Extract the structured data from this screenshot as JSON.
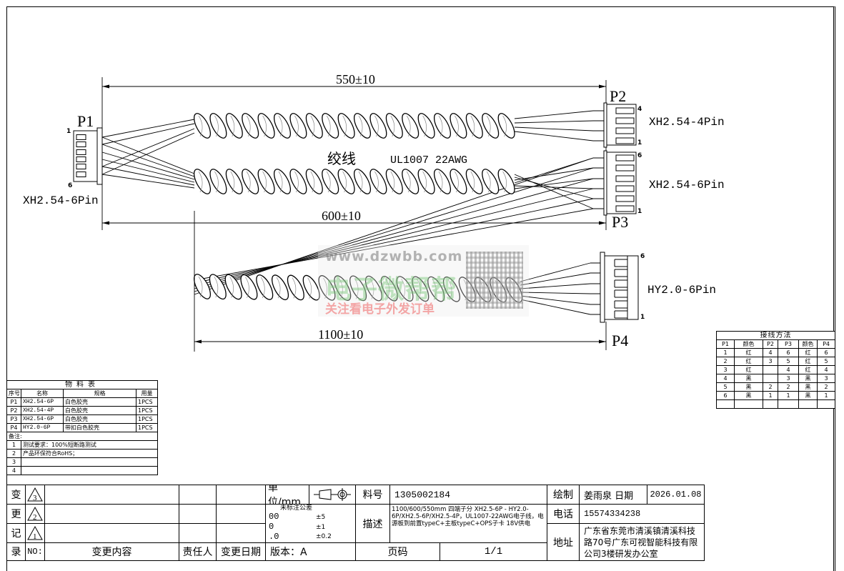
{
  "drawing": {
    "dim_top": "550±10",
    "dim_middle": "600±10",
    "dim_bottom": "1100±10",
    "p1": {
      "label": "P1",
      "type": "XH2.54-6Pin",
      "pin_first": "1",
      "pin_last": "6"
    },
    "p2": {
      "label": "P2",
      "type": "XH2.54-4Pin",
      "pin_first": "4",
      "pin_last": "1"
    },
    "p3": {
      "label": "P3",
      "type": "XH2.54-6Pin",
      "pin_first": "6",
      "pin_last": "1"
    },
    "p4": {
      "label": "P4",
      "type": "HY2.0-6Pin",
      "pin_first": "6",
      "pin_last": "1"
    },
    "twist_label": "绞线",
    "wire_spec": "UL1007 22AWG"
  },
  "watermark": {
    "url": "www.dzwbb.com",
    "brand": "电子微帮帮",
    "slogan": "关注看电子外发订单"
  },
  "bom": {
    "title": "物料表",
    "headers": [
      "序号",
      "名称",
      "规格",
      "用量"
    ],
    "rows": [
      [
        "P1",
        "XH2.54-6P",
        "白色胶壳",
        "1PCS"
      ],
      [
        "P2",
        "XH2.54-4P",
        "白色胶壳",
        "1PCS"
      ],
      [
        "P3",
        "XH2.54-6P",
        "白色胶壳",
        "1PCS"
      ],
      [
        "P4",
        "HY2.0-6P",
        "带扣白色胶壳",
        "1PCS"
      ]
    ],
    "notes_label": "备注:",
    "notes": [
      [
        "1",
        "测试要求：100%短断路测试"
      ],
      [
        "2",
        "产品环保符合RoHS；"
      ],
      [
        "3",
        ""
      ],
      [
        "4",
        ""
      ]
    ]
  },
  "wiring": {
    "title": "接线方法",
    "headers": [
      "P1",
      "颜色",
      "P2",
      "P3",
      "颜色",
      "P4"
    ],
    "rows": [
      [
        "1",
        "红",
        "4",
        "6",
        "红",
        "6"
      ],
      [
        "2",
        "红",
        "3",
        "5",
        "红",
        "5"
      ],
      [
        "3",
        "红",
        "",
        "4",
        "红",
        "4"
      ],
      [
        "4",
        "黑",
        "",
        "3",
        "黑",
        "3"
      ],
      [
        "5",
        "黑",
        "2",
        "2",
        "黑",
        "2"
      ],
      [
        "6",
        "黑",
        "1",
        "1",
        "黑",
        "1"
      ]
    ]
  },
  "title_block": {
    "change_record_chars": [
      "变",
      "更",
      "记",
      "录"
    ],
    "rev_marks": [
      "3",
      "2",
      "1"
    ],
    "no_label": "NO:",
    "change_content": "变更内容",
    "responsible": "责任人",
    "change_date": "变更日期",
    "unit": "单位/mm",
    "tolerance_title": "未标注公差",
    "tolerances": [
      [
        "00",
        "±5"
      ],
      [
        "0",
        "±1"
      ],
      [
        ".0",
        "±0.2"
      ]
    ],
    "version": "版本：A",
    "part_no_label": "料号",
    "part_no": "1305002184",
    "desc_label": "描述",
    "description": "1100/600/550mm 四端子分 XH2.5-6P - HY2.0-6P/XH2.5-6P/XH2.5-4P，UL1007-22AWG电子线，电源板到前置typeC+主板typeC+OPS子卡 18V供电",
    "page_label": "页码",
    "page": "1/1",
    "drawn_label": "绘制",
    "drawn_by": "姜雨泉 日期",
    "date": "2026.01.08",
    "phone_label": "电话",
    "phone": "15574334238",
    "address_label": "地址",
    "address": "广东省东莞市清溪镇清溪科技路70号广东可视智能科技有限公司3楼研发办公室"
  }
}
